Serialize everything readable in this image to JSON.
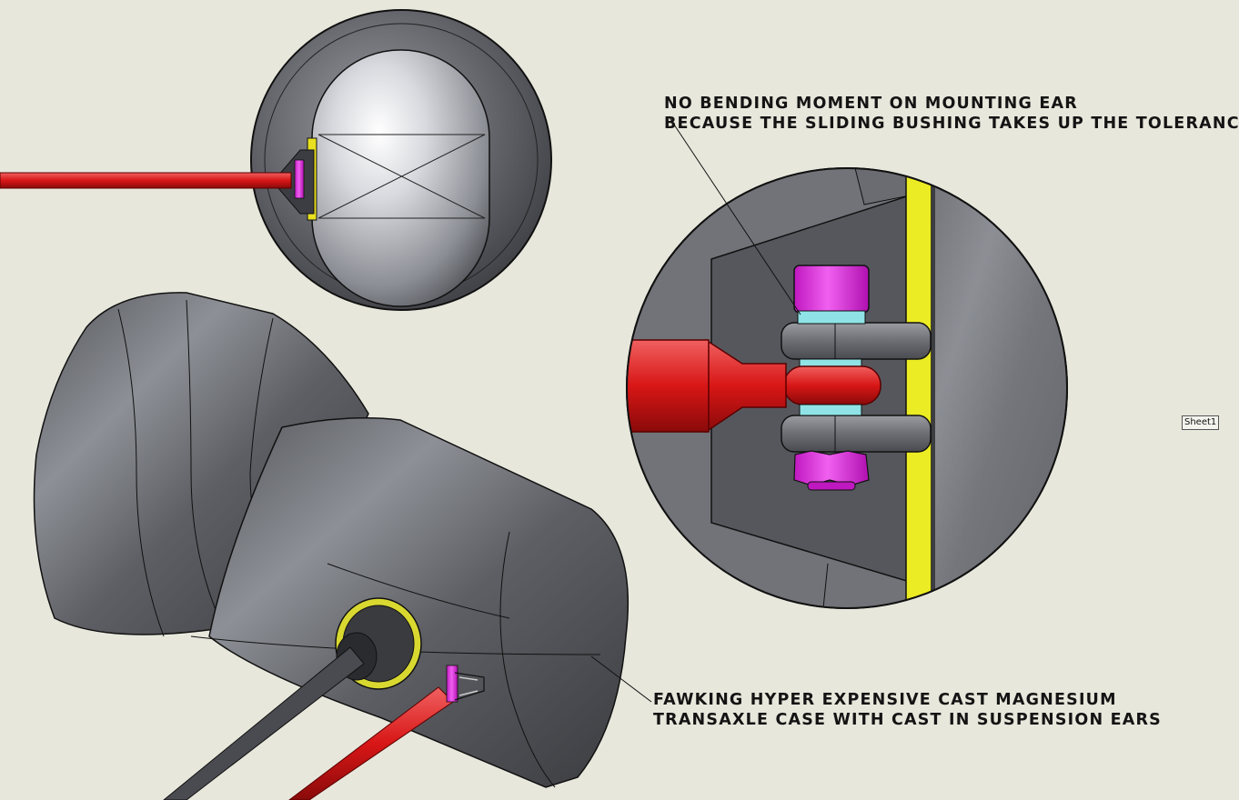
{
  "annotations": {
    "top": {
      "line1": "NO BENDING MOMENT ON MOUNTING EAR",
      "line2": "BECAUSE THE SLIDING BUSHING TAKES UP THE TOLERANCE"
    },
    "bottom": {
      "line1": "FAWKING HYPER EXPENSIVE CAST MAGNESIUM",
      "line2": "TRANSAXLE CASE WITH CAST IN SUSPENSION EARS"
    }
  },
  "sheet_tab": "Sheet1",
  "colors": {
    "background": "#e8e7dc",
    "housing_gray": "#5a5c61",
    "rod_red": "#e01818",
    "bolt_magenta": "#d822d8",
    "bushing_cyan": "#8fe3e6",
    "shim_yellow": "#ecec24",
    "outline": "#111111"
  }
}
